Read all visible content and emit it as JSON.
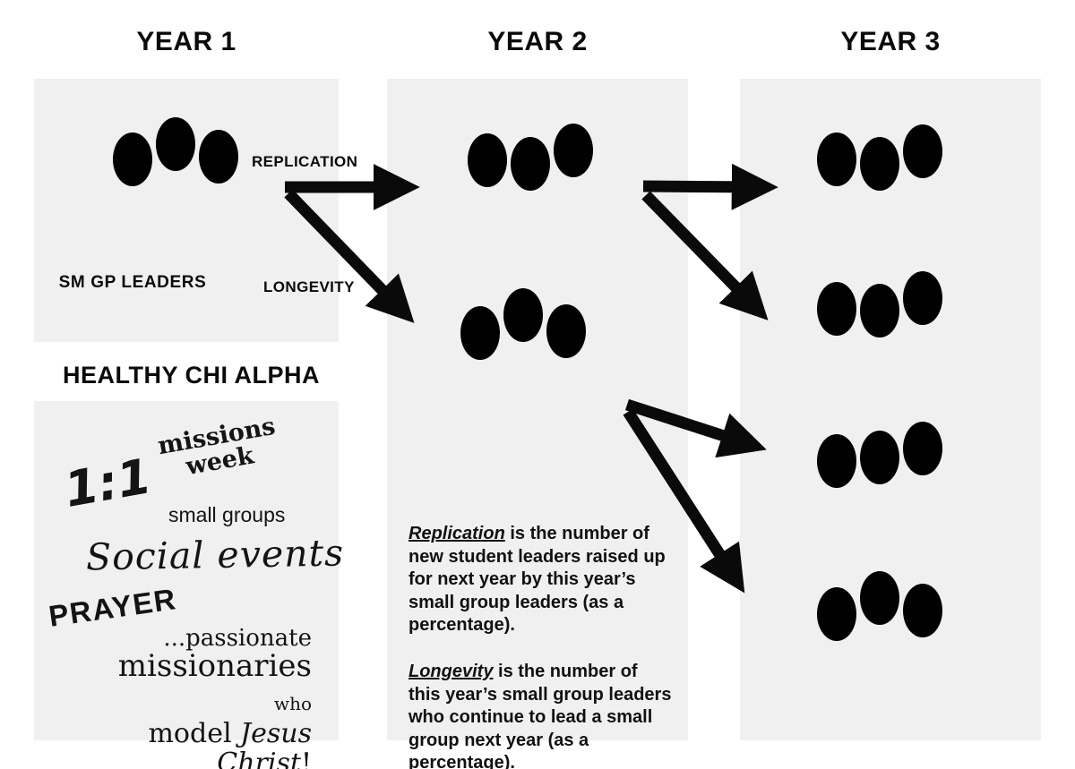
{
  "headers": {
    "year1": "YEAR 1",
    "year2": "YEAR 2",
    "year3": "YEAR 3"
  },
  "year1": {
    "group_caption": "SM GP LEADERS"
  },
  "flow_labels": {
    "replication": "REPLICATION",
    "longevity": "LONGEVITY"
  },
  "healthy_chi_alpha": {
    "title": "HEALTHY CHI ALPHA",
    "word_cloud": {
      "ratio": "1:1",
      "missions_line1": "missions",
      "missions_line2": "week",
      "small_groups": "small groups",
      "social_events": "Social events",
      "prayer": "PRAYER",
      "tagline_lead": "...passionate",
      "tagline_big": "missionaries",
      "tagline_who": " who",
      "tagline_model": "model ",
      "tagline_emphasis": "Jesus Christ",
      "tagline_end": "!"
    }
  },
  "definitions": {
    "replication_term": "Replication",
    "replication_body": " is the number of new student leaders raised up for next year by this year’s small group leaders (as a percentage).",
    "longevity_term": "Longevity",
    "longevity_body": " is the number of this year’s small group leaders who continue to lead a small group next year (as a percentage)."
  },
  "colors": {
    "blue": "#1E9BF0",
    "green": "#27A60F",
    "red": "#F13020",
    "arrow_black": "#0A0A0A",
    "panel_gray": "#F0F0F0",
    "head_fill": "#EAEAEA"
  },
  "people_groups": [
    {
      "name": "year1-sm-gp-leaders",
      "color": "blue",
      "count": 3
    },
    {
      "name": "year2-replication-result",
      "color": "green",
      "count": 3
    },
    {
      "name": "year2-longevity-result",
      "color": "blue",
      "count": 3
    },
    {
      "name": "year3-group-1",
      "color": "red",
      "count": 3
    },
    {
      "name": "year3-group-2",
      "color": "green",
      "count": 3
    },
    {
      "name": "year3-group-3",
      "color": "red",
      "count": 3
    },
    {
      "name": "year3-group-4",
      "color": "blue",
      "count": 3
    }
  ]
}
